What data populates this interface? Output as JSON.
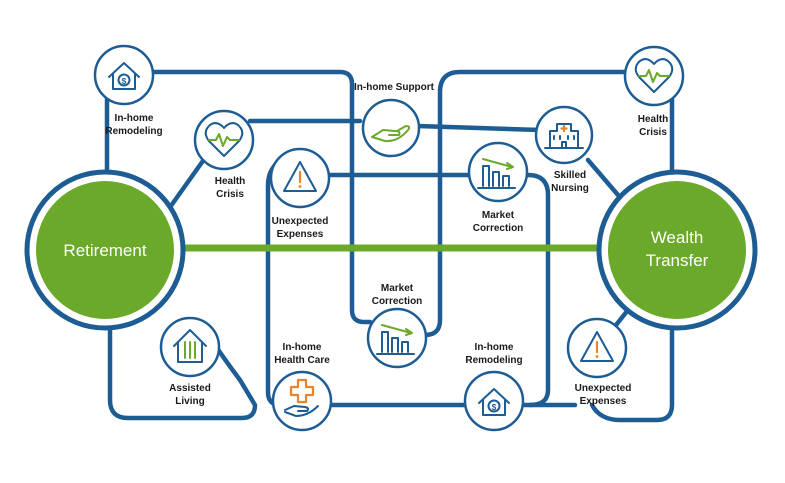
{
  "hubs": {
    "left": {
      "line1": "Retirement"
    },
    "right": {
      "line1": "Wealth",
      "line2": "Transfer"
    }
  },
  "nodes": {
    "inhome_remodeling_tl": {
      "line1": "In-home",
      "line2": "Remodeling",
      "icon": "house-dollar-icon"
    },
    "health_crisis_l": {
      "line1": "Health",
      "line2": "Crisis",
      "icon": "heart-pulse-icon"
    },
    "inhome_support": {
      "line1": "In-home Support",
      "icon": "hand-support-icon"
    },
    "unexpected_expenses_l": {
      "line1": "Unexpected",
      "line2": "Expenses",
      "icon": "warning-triangle-icon"
    },
    "market_correction_top": {
      "line1": "Market",
      "line2": "Correction",
      "icon": "declining-chart-icon"
    },
    "skilled_nursing": {
      "line1": "Skilled",
      "line2": "Nursing",
      "icon": "hospital-building-icon"
    },
    "health_crisis_tr": {
      "line1": "Health",
      "line2": "Crisis",
      "icon": "heart-pulse-icon"
    },
    "market_correction_mid": {
      "line1": "Market",
      "line2": "Correction",
      "icon": "declining-chart-icon"
    },
    "assisted_living": {
      "line1": "Assisted",
      "line2": "Living",
      "icon": "assisted-living-building-icon"
    },
    "inhome_health_care": {
      "line1": "In-home",
      "line2": "Health Care",
      "icon": "medical-cross-hand-icon"
    },
    "inhome_remodeling_br": {
      "line1": "In-home",
      "line2": "Remodeling",
      "icon": "house-dollar-icon"
    },
    "unexpected_expenses_r": {
      "line1": "Unexpected",
      "line2": "Expenses",
      "icon": "warning-triangle-icon"
    }
  },
  "colors": {
    "path_blue": "#1d5d94",
    "hub_green": "#6aa92a",
    "accent_orange": "#e8842a"
  }
}
